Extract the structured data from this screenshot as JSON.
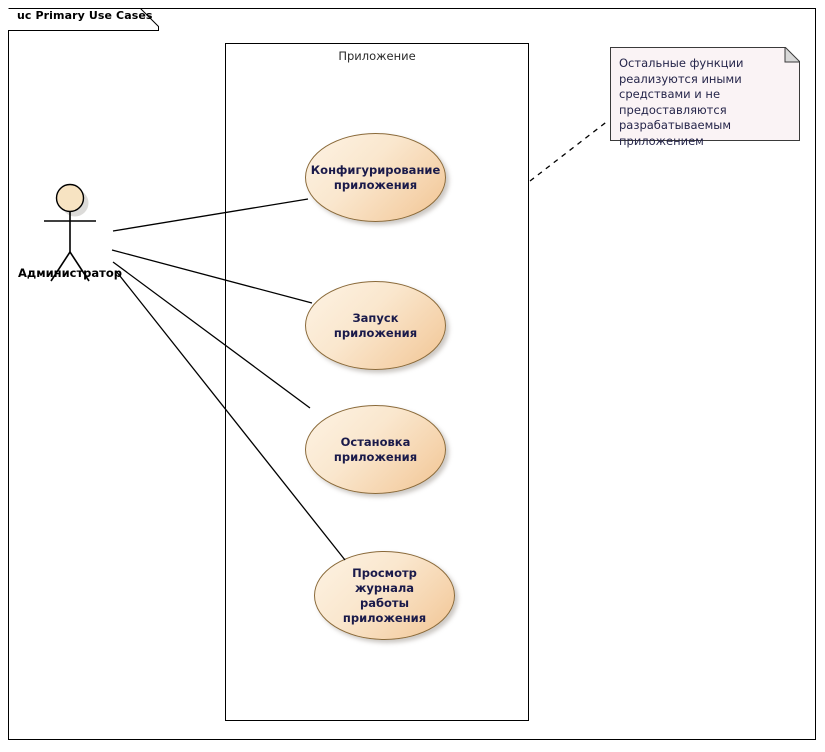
{
  "diagram": {
    "title_tab": "uc Primary Use Cases",
    "type": "uml-use-case-diagram",
    "boundary_label": "Приложение",
    "actor": {
      "name": "Администратор",
      "icon": "stick-figure-actor-icon"
    },
    "note": {
      "text": "Остальные функции реализуются иными средствами и не предоставляются разрабатываемым приложением"
    },
    "use_cases": [
      {
        "label": "Конфигурирование\nприложения"
      },
      {
        "label": "Запуск приложения"
      },
      {
        "label": "Остановка\nприложения"
      },
      {
        "label": "Просмотр журнала\nработы приложения"
      }
    ],
    "colors": {
      "usecase_fill_light": "#fdf3e4",
      "usecase_fill_dark": "#f0c391",
      "usecase_border": "#8a6a3a",
      "note_fill": "#faf3f5",
      "note_border": "#3a3a3a",
      "actor_head_fill": "#f7e3c2",
      "line": "#000000",
      "label_text": "#1a1a4a",
      "background": "#ffffff"
    }
  }
}
